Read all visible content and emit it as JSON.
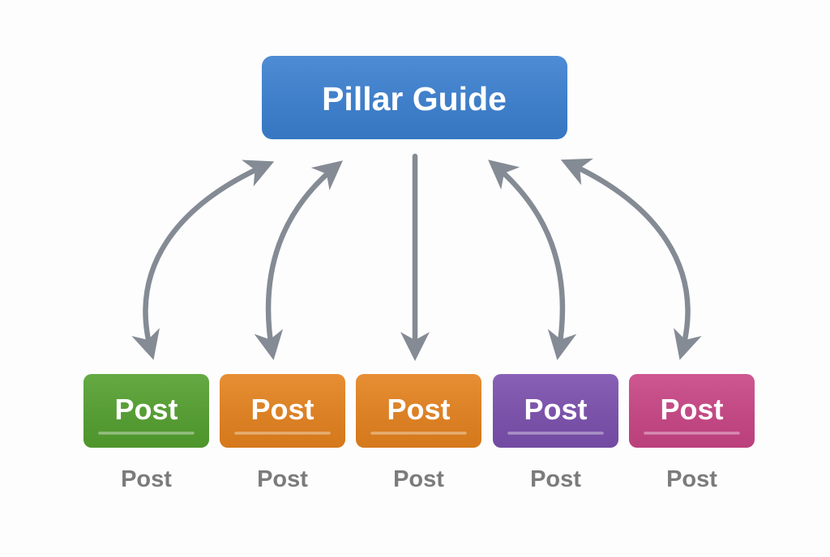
{
  "background_color": "#fdfdfd",
  "colors": {
    "arrow": "#858b94",
    "caption": "#7b7b7b",
    "box_text": "#ffffff"
  },
  "pillar": {
    "label": "Pillar Guide",
    "color": "#3b80d1"
  },
  "posts": [
    {
      "label": "Post",
      "caption": "Post",
      "color": "#54a02f"
    },
    {
      "label": "Post",
      "caption": "Post",
      "color": "#e5821e"
    },
    {
      "label": "Post",
      "caption": "Post",
      "color": "#e5821e"
    },
    {
      "label": "Post",
      "caption": "Post",
      "color": "#7b50ae"
    },
    {
      "label": "Post",
      "caption": "Post",
      "color": "#c94585"
    }
  ],
  "arrows": [
    {
      "from": "pillar-guide",
      "to": "post-1",
      "style": "curved",
      "heads": "both"
    },
    {
      "from": "pillar-guide",
      "to": "post-2",
      "style": "curved",
      "heads": "both"
    },
    {
      "from": "pillar-guide",
      "to": "post-3",
      "style": "straight",
      "heads": "down-only"
    },
    {
      "from": "pillar-guide",
      "to": "post-4",
      "style": "curved",
      "heads": "both"
    },
    {
      "from": "pillar-guide",
      "to": "post-5",
      "style": "curved",
      "heads": "both"
    }
  ]
}
